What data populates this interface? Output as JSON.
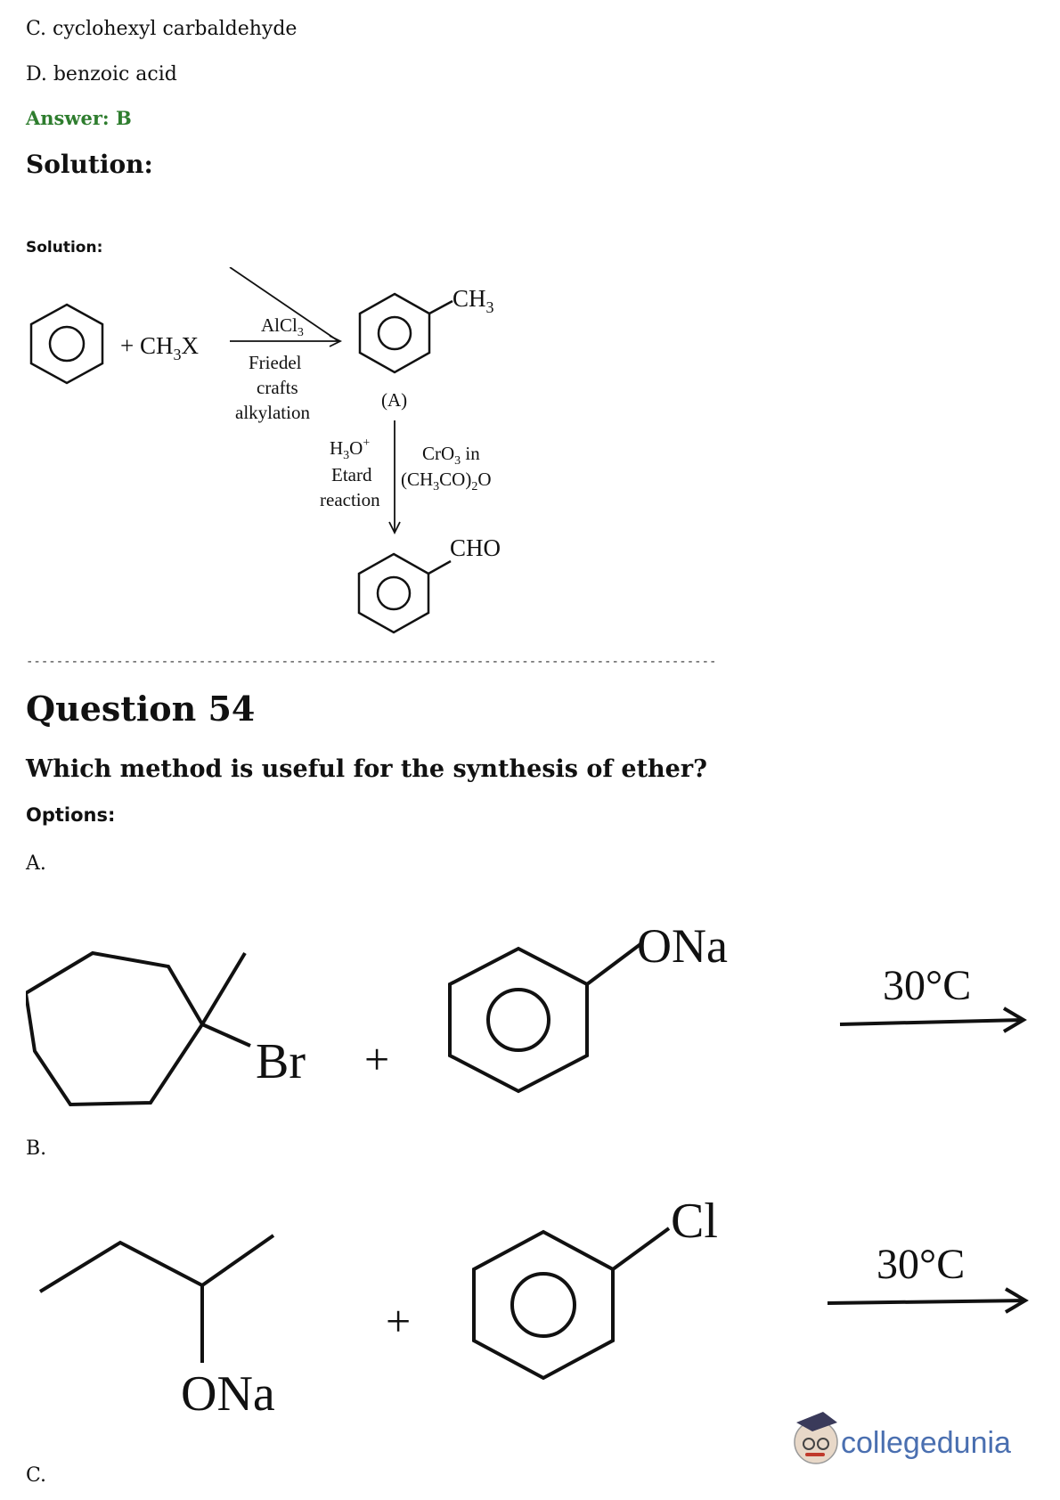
{
  "prev_question": {
    "option_c": "C. cyclohexyl carbaldehyde",
    "option_d": "D. benzoic acid",
    "answer": "Answer: B",
    "solution_heading": "Solution:",
    "solution_label": "Solution:",
    "scheme": {
      "reagent_ch3x": "+ CH",
      "reagent_ch3x_sub": "3",
      "reagent_ch3x_end": "X",
      "catalyst": "AlCl",
      "catalyst_sub": "3",
      "cond_1": "Friedel",
      "cond_2": "crafts",
      "cond_3": "alkylation",
      "product_a_group": "CH",
      "product_a_group_sub": "3",
      "product_a_label": "(A)",
      "left_reagent_1": "H",
      "left_reagent_1_sub": "3",
      "left_reagent_1_end": "O",
      "left_reagent_1_sup": "+",
      "left_reagent_2": "Etard",
      "left_reagent_3": "reaction",
      "right_reagent_1": "CrO",
      "right_reagent_1_sub": "3",
      "right_reagent_1_end": " in",
      "right_reagent_2": "(CH",
      "right_reagent_2_sub1": "3",
      "right_reagent_2_mid": "CO)",
      "right_reagent_2_sub2": "2",
      "right_reagent_2_end": "O",
      "final_group": "CHO"
    }
  },
  "divider": "--------------------------------------------------------------------------------------------",
  "question": {
    "title": "Question 54",
    "text": "Which method is useful for the synthesis of ether?",
    "options_heading": "Options:",
    "option_a": {
      "label": "A.",
      "reagent_1_group": "Br",
      "plus": "+",
      "reagent_2_group": "ONa",
      "condition": "30°C"
    },
    "option_b": {
      "label": "B.",
      "reagent_1_group": "ONa",
      "plus": "+",
      "reagent_2_group": "Cl",
      "condition": "30°C"
    },
    "option_c": {
      "label": "C."
    }
  },
  "watermark": {
    "text": "collegedunia"
  }
}
